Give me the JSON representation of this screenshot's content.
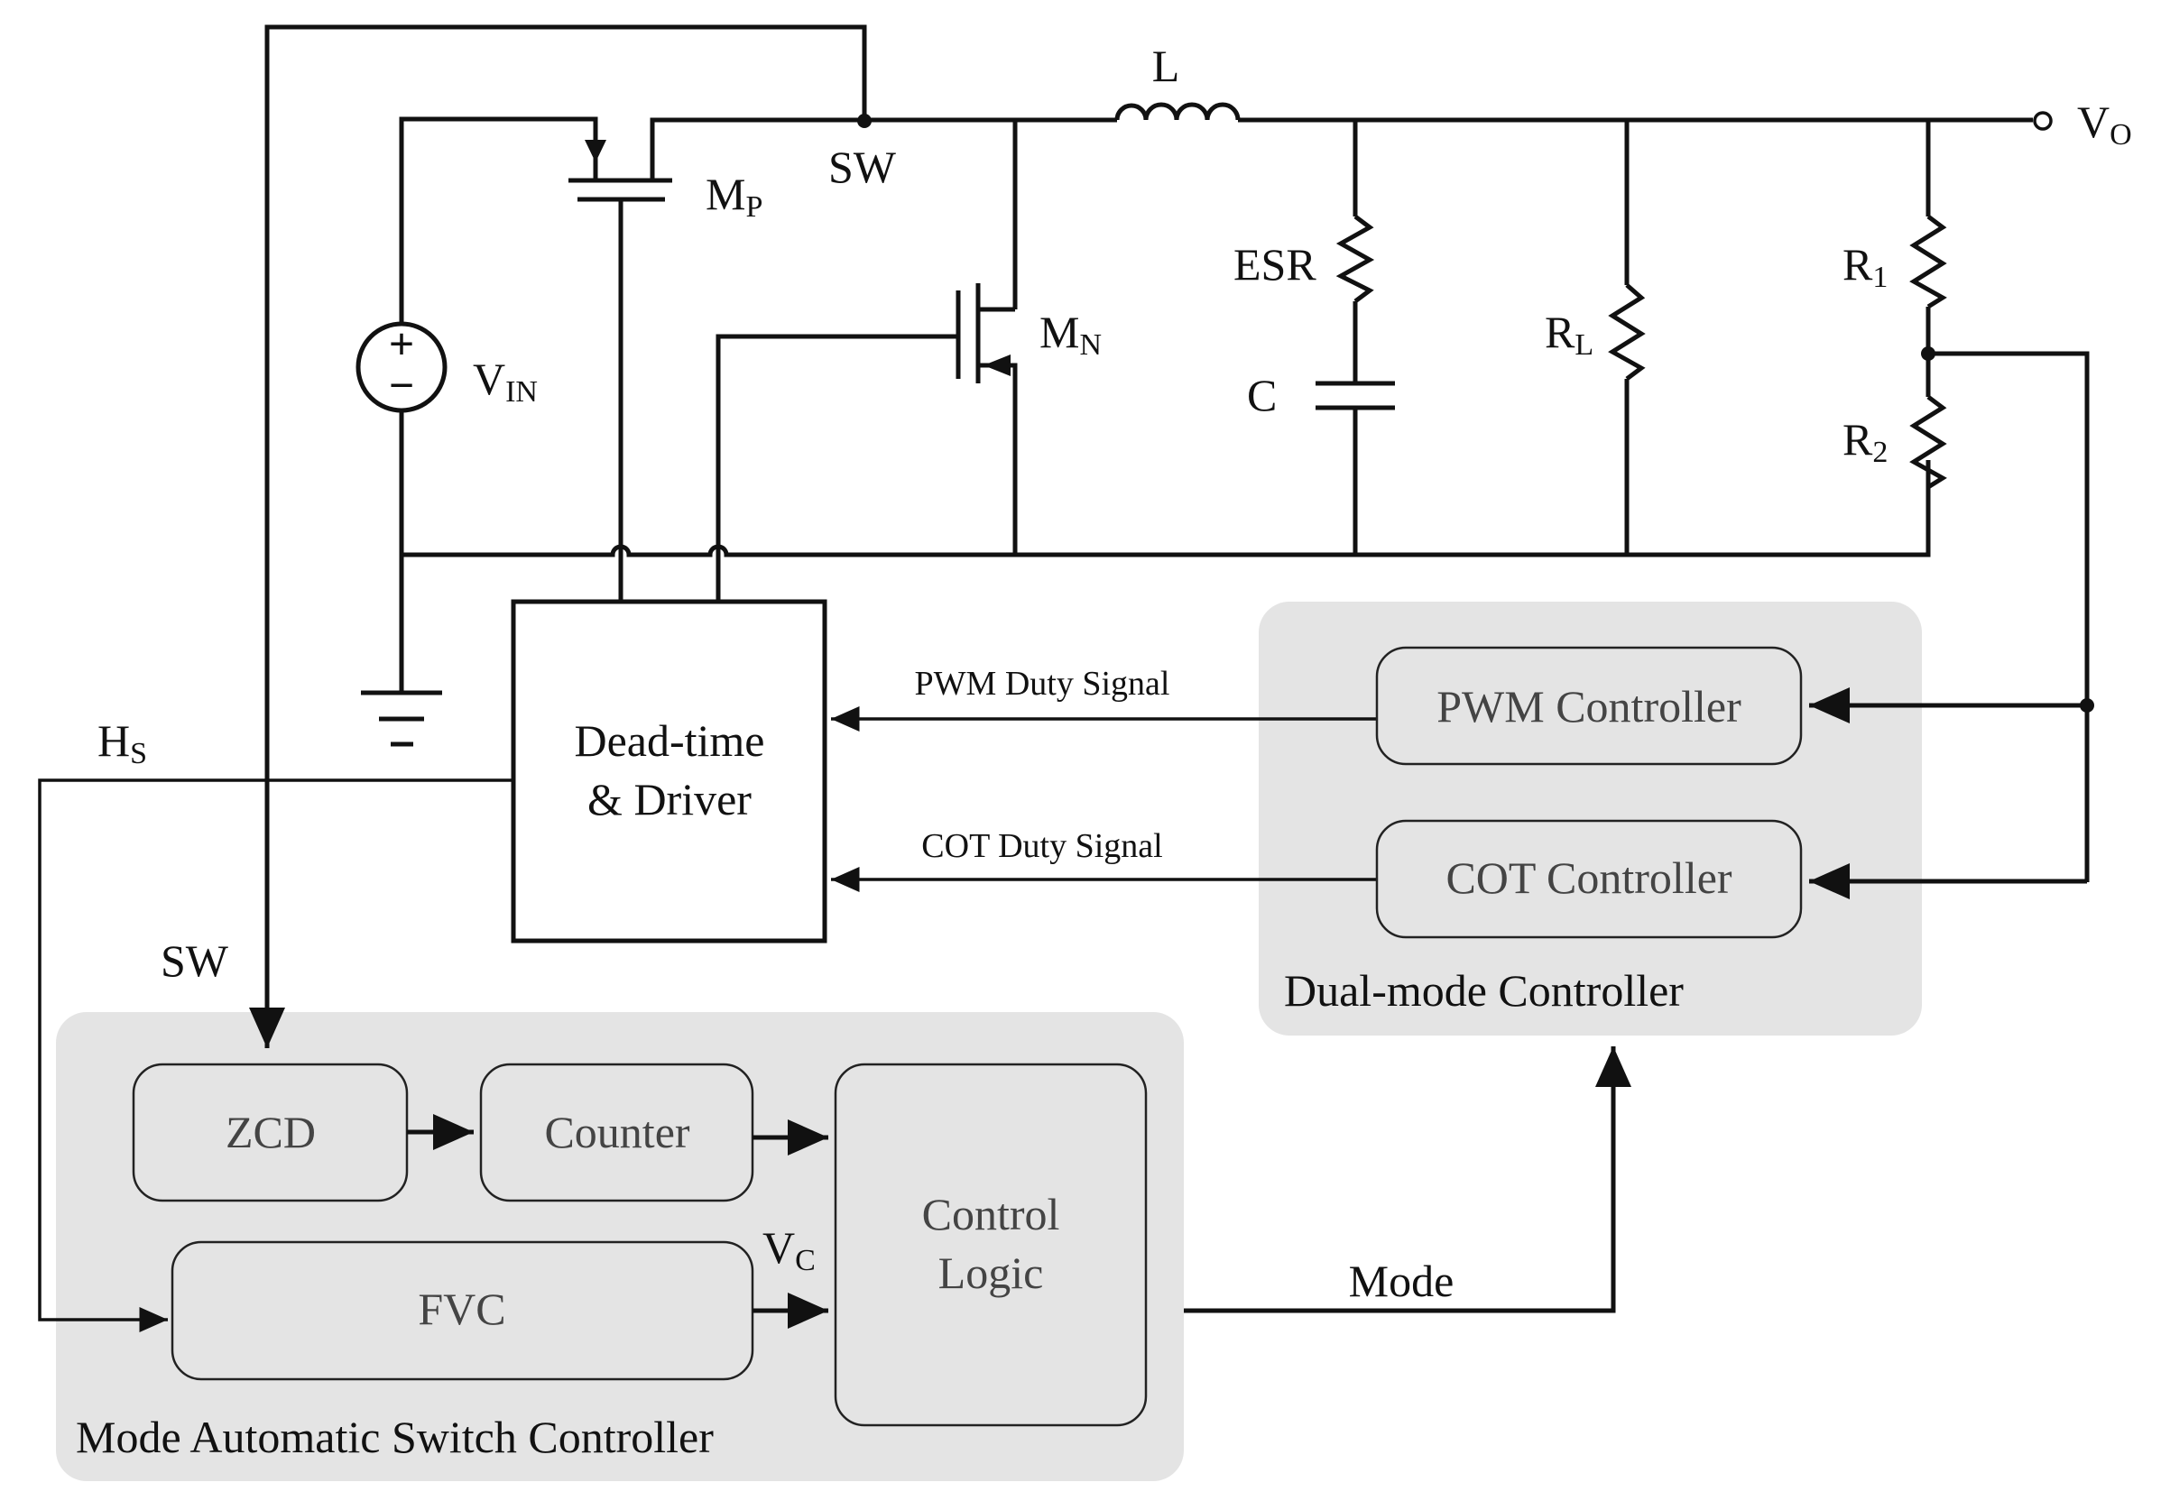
{
  "components": {
    "switch_node": "SW",
    "inductor": "L",
    "output": "V",
    "output_sub": "O",
    "pmos": "M",
    "pmos_sub": "P",
    "nmos": "M",
    "nmos_sub": "N",
    "vin": "V",
    "vin_sub": "IN",
    "vin_plus": "+",
    "vin_minus": "−",
    "esr": "ESR",
    "cap": "C",
    "load": "R",
    "load_sub": "L",
    "r1": "R",
    "r1_sub": "1",
    "r2": "R",
    "r2_sub": "2"
  },
  "driver": {
    "line1": "Dead-time",
    "line2": "& Driver"
  },
  "signals": {
    "pwm_duty": "PWM Duty Signal",
    "cot_duty": "COT Duty Signal",
    "hs": "H",
    "hs_sub": "S",
    "sw_feedback": "SW",
    "vc": "V",
    "vc_sub": "C",
    "mode": "Mode"
  },
  "dual_mode_controller": {
    "title": "Dual-mode Controller",
    "pwm_controller": "PWM Controller",
    "cot_controller": "COT Controller"
  },
  "mode_switch_controller": {
    "title": "Mode Automatic Switch Controller",
    "zcd": "ZCD",
    "counter": "Counter",
    "fvc": "FVC",
    "control_line1": "Control",
    "control_line2": "Logic"
  }
}
